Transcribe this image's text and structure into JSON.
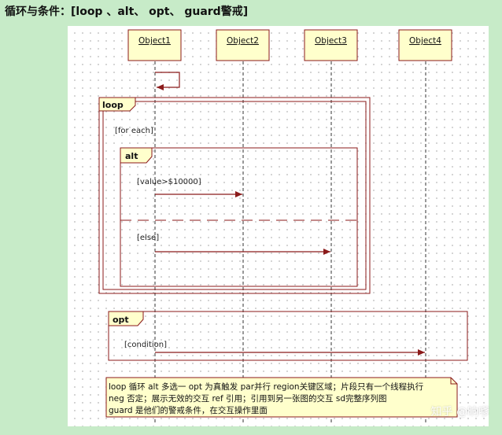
{
  "heading": "循环与条件：[loop 、alt、 opt、 guard警戒]",
  "objects": [
    "Object1",
    "Object2",
    "Object3",
    "Object4"
  ],
  "frames": {
    "loop": {
      "tag": "loop",
      "guard": "[for each]"
    },
    "alt": {
      "tag": "alt",
      "guard1": "[value>$10000]",
      "guard2": "[else]"
    },
    "opt": {
      "tag": "opt",
      "guard": "[condition]"
    }
  },
  "note": {
    "lines": [
      "loop 循环  alt 多选一 opt 为真触发 par并行 region关键区域；片段只有一个线程执行",
      "neg 否定；展示无效的交互  ref 引用；引用到另一张图的交互 sd完整序列图",
      "guard 是他们的警戒条件，在交互操作里面"
    ]
  },
  "watermark": "知乎 @晌嗲",
  "colors": {
    "page_bg": "#c7ebc8",
    "object_fill": "#ffffcc",
    "frame_stroke": "#8b1a1a",
    "message_stroke": "#8b1a1a",
    "note_fill": "#ffffcc"
  }
}
